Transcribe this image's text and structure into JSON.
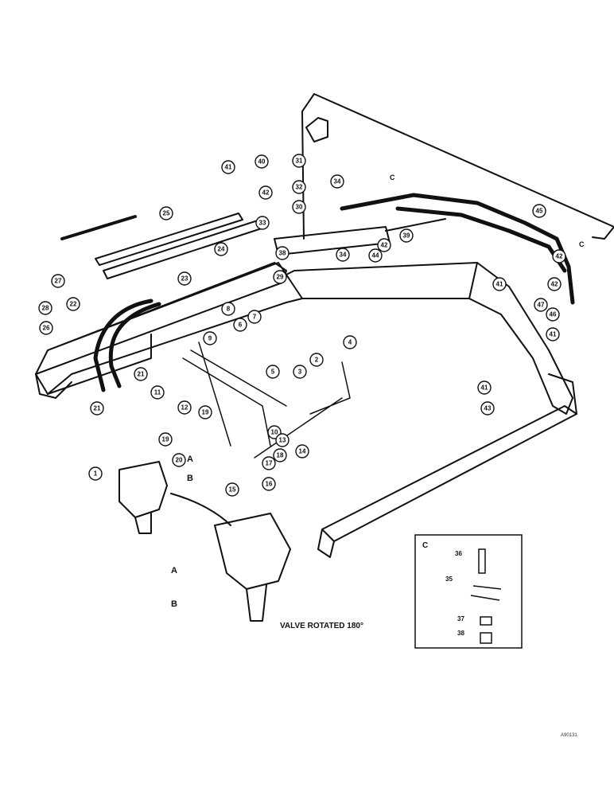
{
  "diagram": {
    "caption": "VALVE ROTATED 180°",
    "figure_id": "A90131",
    "letters": {
      "a": "A",
      "b": "B",
      "c": "C"
    },
    "callouts": [
      "1",
      "2",
      "3",
      "4",
      "5",
      "6",
      "7",
      "8",
      "9",
      "10",
      "11",
      "12",
      "13",
      "14",
      "15",
      "16",
      "17",
      "18",
      "19",
      "19",
      "20",
      "21",
      "21",
      "22",
      "23",
      "24",
      "25",
      "26",
      "27",
      "28",
      "29",
      "30",
      "31",
      "32",
      "33",
      "34",
      "34",
      "38",
      "39",
      "40",
      "41",
      "41",
      "41",
      "42",
      "42",
      "42",
      "43",
      "44",
      "45",
      "46",
      "47",
      "41",
      "42"
    ],
    "inset": {
      "label": "C",
      "parts": [
        "36",
        "35",
        "37",
        "38"
      ]
    }
  }
}
